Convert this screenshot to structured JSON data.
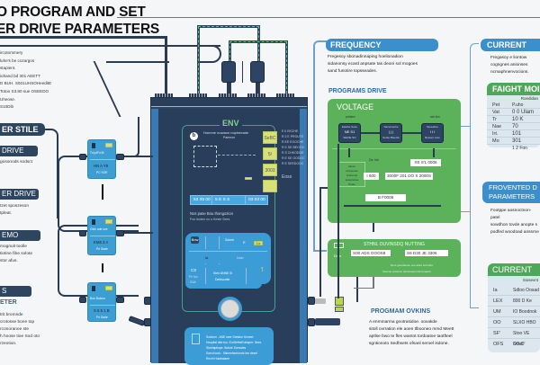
{
  "header": {
    "title_line1": "O PROGRAM AND SET",
    "title_line2": "ER DRIVE PARAMETERS"
  },
  "left": {
    "intro_lines": [
      "ircotommery",
      "luhe's be cozargos",
      "stapient.",
      "iohand bd 301 AEETT",
      "D BUH. S001UHSOHeeditE",
      "Totoo S3.80 sue OSEEDO",
      "Uheose.",
      "S10Dib"
    ],
    "sections": [
      {
        "label": "ER STILE"
      },
      {
        "label": "DRIVE",
        "desc": [
          "gosonods sodsct"
        ]
      },
      {
        "label": "ER DRIVE",
        "desc": [
          "tzet sposzeson",
          "tpleat."
        ]
      },
      {
        "label": "EMO",
        "desc": [
          "mognuit toolle",
          "tiotine fibe solote",
          "stor afus."
        ]
      },
      {
        "label": "S",
        "subhead": "ETER",
        "desc": [
          "trit bromnde",
          "crotosse bone top",
          "rconoranoe ste",
          "h hoose tioe Sod oto",
          "rzeotion."
        ]
      }
    ],
    "modules": [
      {
        "line1": "Tu'ydFu'Af",
        "line2": "HN A Y9",
        "line3": "PC SOE"
      },
      {
        "line1": "Gide ade sve",
        "line2": "KM5 3 A",
        "line3": "Pe Sade"
      },
      {
        "line1": "Bon Bokmo",
        "line2": "S 5 5 1 B",
        "line3": "Pe Sade"
      }
    ]
  },
  "cabinet": {
    "label": "ENV",
    "screen_heading": "Homme nuwaon nopheeade",
    "screen_sub": "Paemon",
    "buttons": [
      "SeBC",
      "5/",
      "3003",
      ""
    ],
    "side_list": [
      "E II EKCHE",
      "R 2 E PROUTE",
      "R EE EOOCHE",
      "R K SE BEOOX",
      "R S CHKODDE",
      "R E SE OODOC",
      "R E SEEDOOC"
    ],
    "side_label": "Eoss",
    "readout": [
      "53 35 00",
      "5 E S S",
      "03 03 00"
    ],
    "info_line1": "Nos pase Bou thongozion",
    "info_line2": "Fou buden nu s Keste Sees",
    "panel1": {
      "btn1": "Bow",
      "t1": "Sdoee",
      "t2": "E",
      "tag1": "Sor",
      "t3": "la",
      "t4": "Istan",
      "t5": "Hose",
      "t6": "SuM %",
      "tag2": "Sor"
    },
    "panel2": {
      "icon": "CS",
      "l1": "Pe Mo",
      "l2": "SSA",
      "t1": "Sien ANNE B",
      "t2": "Debiscotie"
    },
    "panel3": {
      "lines": [
        "Soichen . ANE seer Sretalor Keneet",
        "Hospital deb tou. EurSefbeEurtaper. Sees",
        "Stoirtaptiupe. Bolute Sonsales",
        "Soeut tooh.. Stimenfsedonde tee desel",
        "Rezhi Huiabalaee"
      ]
    }
  },
  "frequency": {
    "title": "FREQUENCY",
    "desc": [
      "Fregesoy sbonadinnaping hoelionadion",
      "sidanonsy ecard anpsate tas deoni sol mogoes",
      "sand funotire topsseades."
    ]
  },
  "program_drive": {
    "subhead": "PROGRAMS DRIVE",
    "voltage": "VOLTAGE",
    "device_labels": [
      "pretden",
      "",
      "sdc lion"
    ],
    "devices": [
      {
        "top": "Eatebe Sose",
        "mid": "NE S1",
        "bot": "SIENE SO"
      },
      {
        "top": "Samoconhe",
        "mid": "| | |",
        "bot": "Sorke Bstecfe"
      },
      {
        "top": "Sereabuo",
        "mid": "I I I",
        "bot": "Bossen tose"
      }
    ],
    "lhs_box": [
      "sdoce",
      "ucsmonse",
      "Kotnem/t",
      "assanunse",
      "Pusle"
    ],
    "small_label": "Ds: lsb",
    "values": [
      "XE S'L 0006",
      "I 600",
      "3000F 201 DO S 2000S",
      "B F0008"
    ]
  },
  "setting": {
    "title": "STHNL OUVINSDQ NUTTING",
    "tag": "Dovs",
    "field1": "S00   ADS  OOOS8",
    "field2": "S6      D30 JE  3306",
    "note1": "Ders gorodioosn sso arsut srerrohs",
    "note2": "Soucoe crotsnsc tiomrosesn tdo boeasd"
  },
  "program_overview": {
    "subhead": "PROGMAM OVKINS",
    "desc": [
      "A enmmarma gnotrasidoe. oovakde",
      "sitoll ovrration ele aoen tlbooneo mmd Meett",
      "aptlse bwo te fles wantot tordoatoe taotfteel",
      "sgntionoto Sedhsets ofsanl seroel isdone."
    ]
  },
  "current": {
    "title": "CURRENT",
    "desc": [
      "Fregasoy e liontow",
      "cogngnes anionses",
      "ncmaphnenvocions."
    ]
  },
  "table1": {
    "title": "FAIGHT MOI",
    "header": "Roedidan",
    "rows": [
      [
        "Pet",
        "P.uho"
      ],
      [
        "Vat",
        "0 0 Ulam"
      ],
      [
        "Tr",
        "10 K"
      ],
      [
        "Nae",
        "70"
      ],
      [
        "Irt.",
        "101"
      ],
      [
        "Mo",
        "301"
      ],
      [
        "",
        "1 2 Fon"
      ]
    ]
  },
  "freq_params": {
    "title_line1": "FROVENTED D",
    "title_line2": "PARAMETERS",
    "desc": [
      "Footppe aosnoctnon-patel",
      "sowdhon tovde anopte s",
      "podfed woodoad anssrne"
    ]
  },
  "table2": {
    "title": "CURRENT",
    "header": "Siosevnt",
    "rows": [
      [
        "Ia",
        "Sdloo Oosad"
      ],
      [
        "LEX",
        "800 D Ke"
      ],
      [
        "UM",
        "IO Boodnok"
      ],
      [
        "OO",
        "SLXO HBO"
      ],
      [
        "SF'",
        "Stoo VE Ooat"
      ],
      [
        "OFS",
        "SO O'"
      ]
    ]
  }
}
